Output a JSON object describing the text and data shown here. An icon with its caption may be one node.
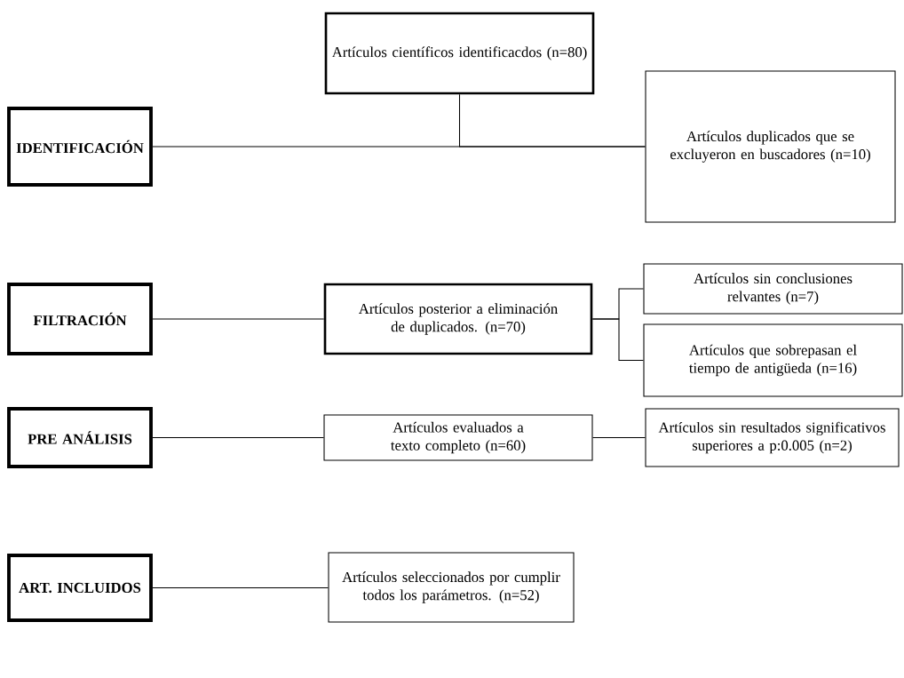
{
  "diagram": {
    "nodes": [
      {
        "text": [
          "IDENTIFICACIÓN"
        ]
      },
      {
        "text": [
          "Artículos científicos identificacdos (n=80)"
        ]
      },
      {
        "text": [
          "Artículos duplicados que se excluyeron en buscadores (n=10)"
        ]
      },
      {
        "text": [
          "FILTRACIÓN"
        ]
      },
      {
        "text": [
          "Artículos posterior a eliminación de duplicados. (n=70)"
        ]
      },
      {
        "text": [
          "Artículos sin conclusiones relvantes (n=7)"
        ]
      },
      {
        "text": [
          "Artículos que sobrepasan el tiempo de antigüeda (n=16)"
        ]
      },
      {
        "text": [
          "PRE ANÁLISIS"
        ]
      },
      {
        "text": [
          "Artículos evaluados a texto completo (n=60)"
        ]
      },
      {
        "text": [
          "Artículos sin resultados significativos superiores a p:0.005 (n=2)"
        ]
      },
      {
        "text": [
          "ART. INCLUIDOS"
        ]
      },
      {
        "text": [
          "Artículos seleccionados por cumplir todos los parámetros. (n=52)"
        ]
      }
    ],
    "edges": [
      {
        "from": 0,
        "to": 2,
        "arrow": "none"
      },
      {
        "from": 1,
        "to": 2,
        "arrow": "none"
      },
      {
        "from": 3,
        "to": 4,
        "arrow": "none"
      },
      {
        "from": 4,
        "to": 5,
        "arrow": "none"
      },
      {
        "from": 4,
        "to": 6,
        "arrow": "none"
      },
      {
        "from": 7,
        "to": 8,
        "arrow": "none"
      },
      {
        "from": 8,
        "to": 9,
        "arrow": "none"
      },
      {
        "from": 10,
        "to": 11,
        "arrow": "none"
      }
    ]
  }
}
